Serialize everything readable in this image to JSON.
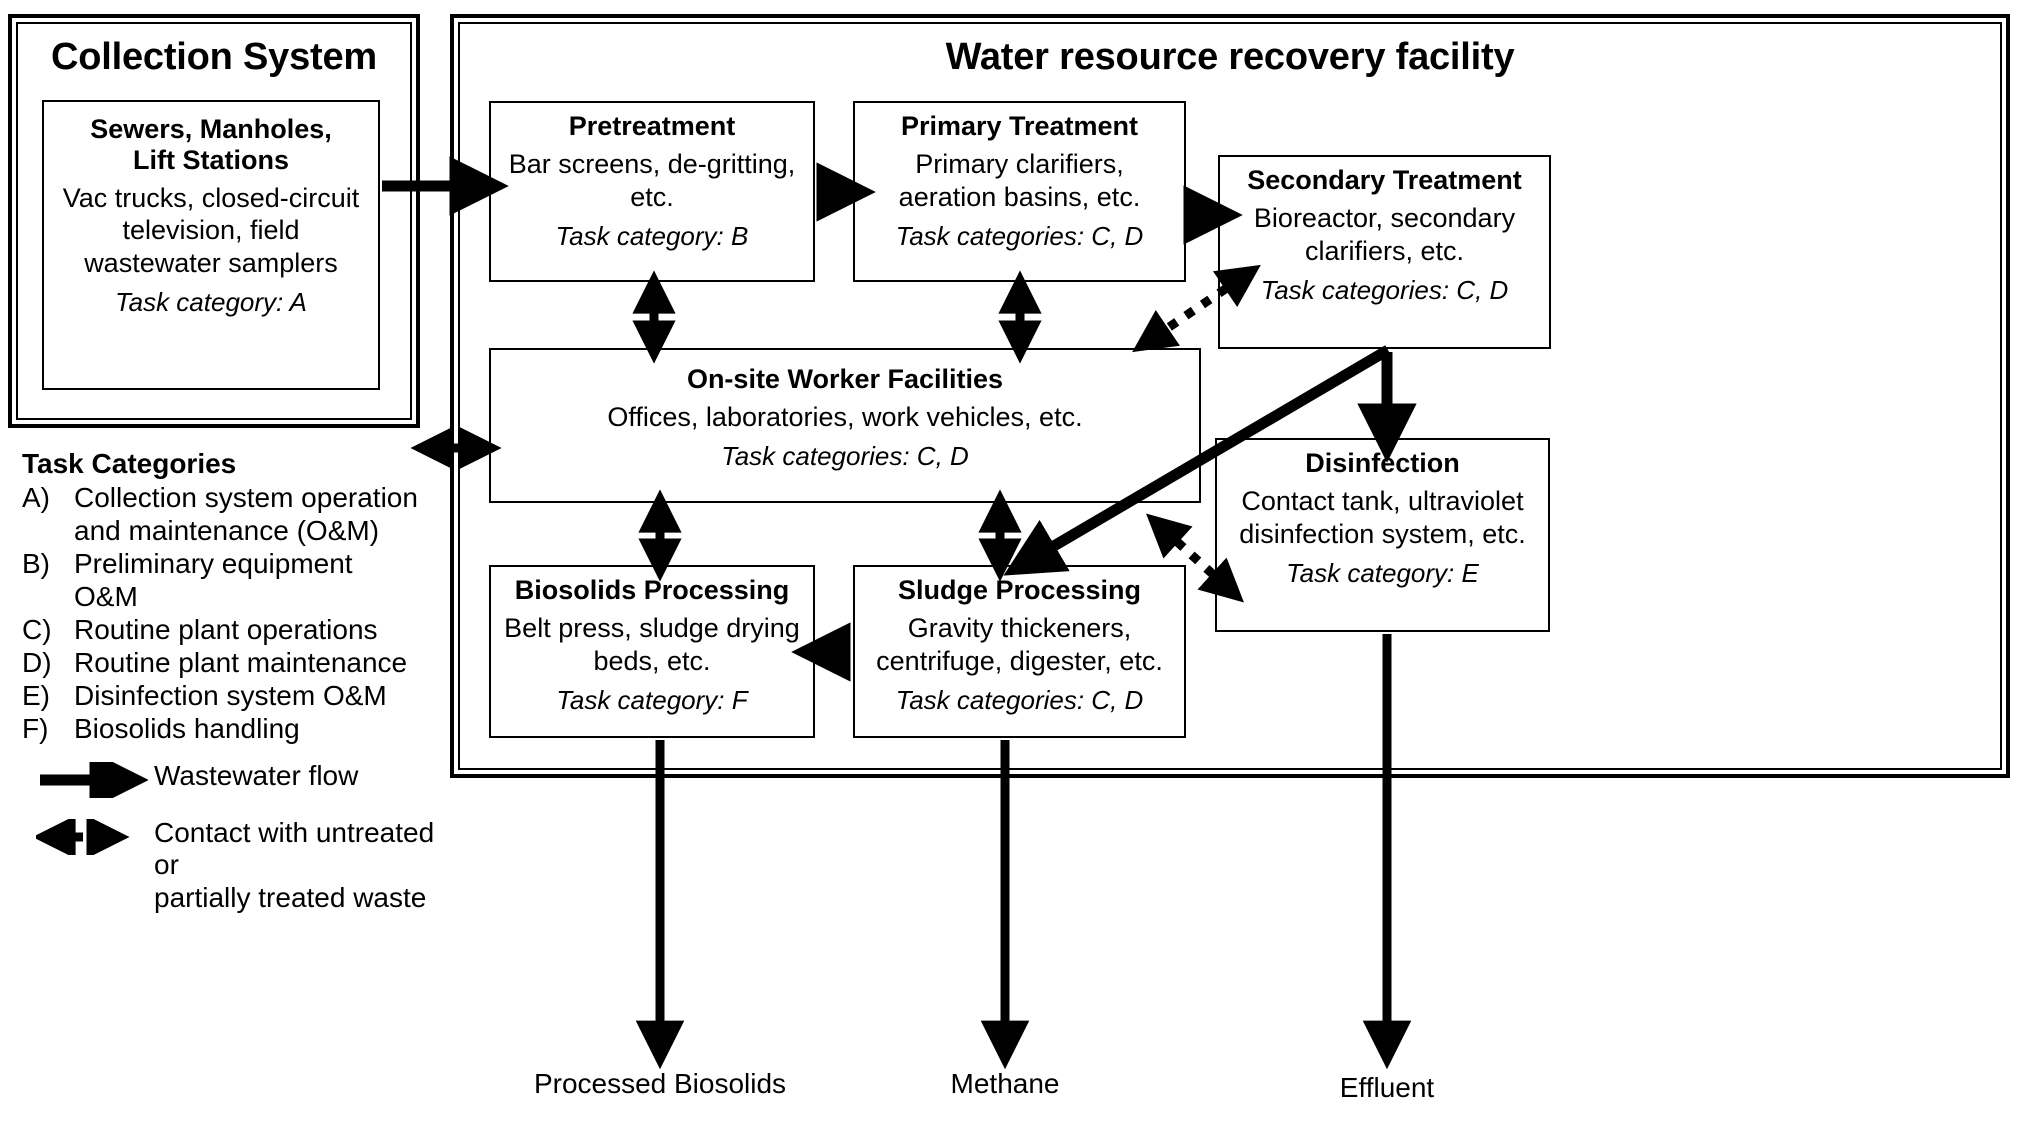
{
  "collection_system": {
    "title": "Collection System",
    "box": {
      "title_line1": "Sewers, Manholes,",
      "title_line2": "Lift Stations",
      "body_line1": "Vac trucks, closed-circuit",
      "body_line2": "television, field",
      "body_line3": "wastewater samplers",
      "task": "Task category:  A"
    }
  },
  "facility": {
    "title": "Water resource recovery facility",
    "boxes": {
      "pretreatment": {
        "title": "Pretreatment",
        "body_line1": "Bar screens, de-gritting,",
        "body_line2": "etc.",
        "task": "Task category:  B"
      },
      "primary": {
        "title": "Primary Treatment",
        "body_line1": "Primary clarifiers,",
        "body_line2": "aeration basins, etc.",
        "task": "Task categories:  C, D"
      },
      "secondary": {
        "title": "Secondary Treatment",
        "body_line1": "Bioreactor, secondary",
        "body_line2": "clarifiers, etc.",
        "task": "Task categories:  C, D"
      },
      "onsite": {
        "title": "On-site Worker Facilities",
        "body_line1": "Offices, laboratories, work vehicles, etc.",
        "task": "Task categories:  C, D"
      },
      "disinfection": {
        "title": "Disinfection",
        "body_line1": "Contact tank, ultraviolet",
        "body_line2": "disinfection system, etc.",
        "task": "Task category: E"
      },
      "biosolids": {
        "title": "Biosolids Processing",
        "body_line1": "Belt press, sludge drying",
        "body_line2": "beds, etc.",
        "task": "Task category:  F"
      },
      "sludge": {
        "title": "Sludge Processing",
        "body_line1": "Gravity thickeners,",
        "body_line2": "centrifuge, digester, etc.",
        "task": "Task categories:  C, D"
      }
    }
  },
  "legend": {
    "title": "Task Categories",
    "items": [
      {
        "key": "A)",
        "text_line1": "Collection system operation",
        "text_line2": "and maintenance (O&M)"
      },
      {
        "key": "B)",
        "text_line1": "Preliminary equipment",
        "text_line2": "O&M"
      },
      {
        "key": "C)",
        "text_line1": "Routine plant operations",
        "text_line2": ""
      },
      {
        "key": "D)",
        "text_line1": "Routine plant maintenance",
        "text_line2": ""
      },
      {
        "key": "E)",
        "text_line1": "Disinfection system O&M",
        "text_line2": ""
      },
      {
        "key": "F)",
        "text_line1": "Biosolids handling",
        "text_line2": ""
      }
    ],
    "arrow_solid_label": "Wastewater flow",
    "arrow_dotted_label_line1": "Contact with untreated or",
    "arrow_dotted_label_line2": "partially treated waste"
  },
  "outputs": {
    "biosolids": "Processed Biosolids",
    "methane": "Methane",
    "effluent": "Effluent"
  },
  "colors": {
    "ink": "#000000",
    "paper": "#ffffff"
  }
}
